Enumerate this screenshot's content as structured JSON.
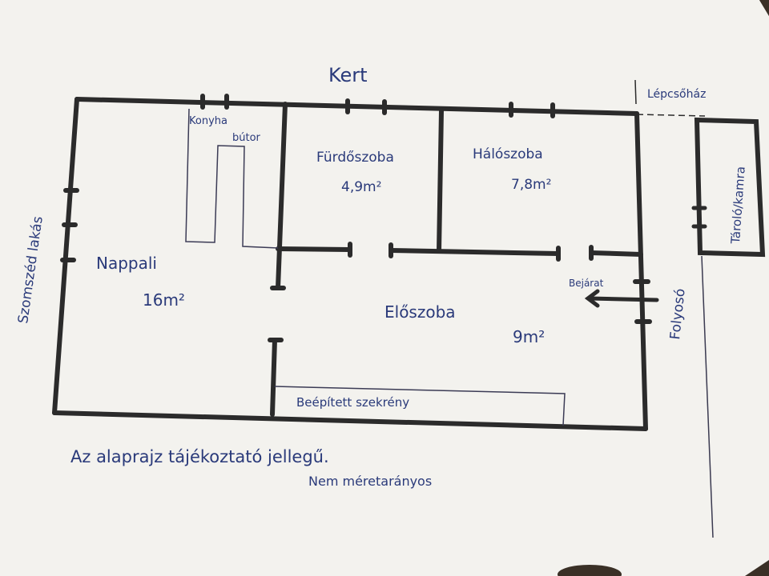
{
  "plan": {
    "garden": "Kert",
    "stairwell": "Lépcsőház",
    "neighbor": "Szomszéd lakás",
    "corridor": "Folyosó",
    "storage": "Tároló/kamra",
    "entrance": "Bejárat",
    "kitchen_line1": "Konyha",
    "kitchen_line2": "bútor",
    "rooms": {
      "bathroom": {
        "name": "Fürdőszoba",
        "area": "4,9m²"
      },
      "bedroom": {
        "name": "Hálószoba",
        "area": "7,8m²"
      },
      "living": {
        "name": "Nappali",
        "area": "16m²"
      },
      "hall": {
        "name": "Előszoba",
        "area": "9m²"
      }
    },
    "wardrobe": "Beépített szekrény"
  },
  "notes": {
    "line1": "Az alaprajz tájékoztató jellegű.",
    "line2": "Nem méretarányos"
  },
  "colors": {
    "paper": "#f3f2ee",
    "wall": "#2b2b2b",
    "ink": "#2a3a7a"
  }
}
